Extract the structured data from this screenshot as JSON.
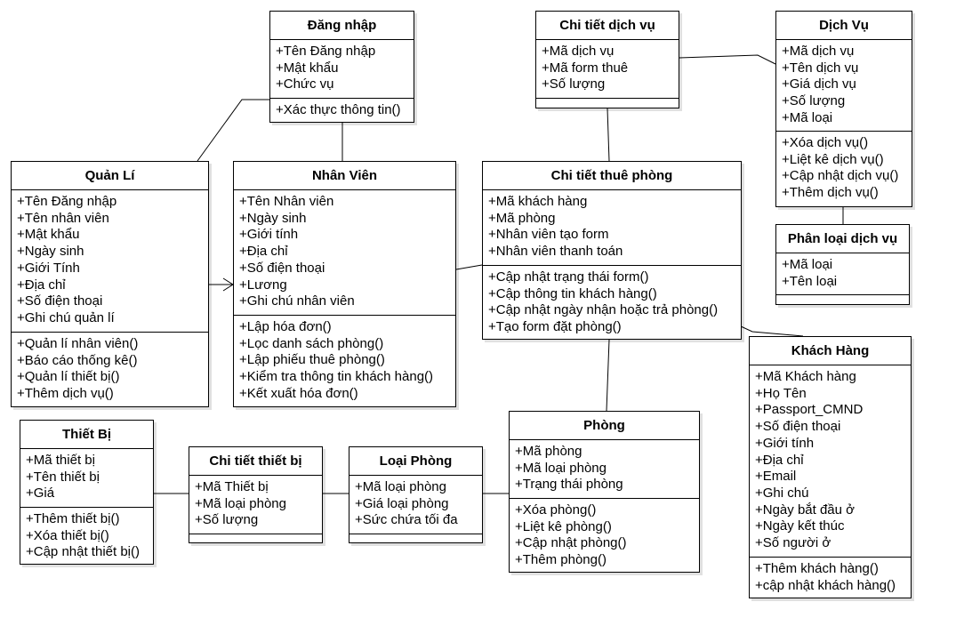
{
  "classes": {
    "dang_nhap": {
      "title": "Đăng nhập",
      "attributes": [
        "+Tên Đăng nhập",
        "+Mật khẩu",
        "+Chức vụ"
      ],
      "operations": [
        "+Xác thực thông tin()"
      ]
    },
    "chi_tiet_dich_vu": {
      "title": "Chi tiết dịch vụ",
      "attributes": [
        "+Mã dịch vụ",
        "+Mã form thuê",
        "+Số lượng"
      ],
      "operations": []
    },
    "dich_vu": {
      "title": "Dịch Vụ",
      "attributes": [
        "+Mã dịch vụ",
        "+Tên dịch vụ",
        "+Giá dịch vụ",
        "+Số lượng",
        "+Mã loại"
      ],
      "operations": [
        "+Xóa dịch vụ()",
        "+Liệt kê dịch vụ()",
        "+Cập nhật dịch vụ()",
        "+Thêm dịch vụ()"
      ]
    },
    "quan_li": {
      "title": "Quản Lí",
      "attributes": [
        "+Tên Đăng nhập",
        "+Tên nhân viên",
        "+Mật khẩu",
        "+Ngày sinh",
        "+Giới Tính",
        "+Địa chỉ",
        "+Số điện thoại",
        "+Ghi chú quản lí"
      ],
      "operations": [
        "+Quản lí nhân viên()",
        "+Báo cáo thống kê()",
        "+Quản lí thiết bị()",
        "+Thêm dịch vụ()"
      ]
    },
    "nhan_vien": {
      "title": "Nhân Viên",
      "attributes": [
        "+Tên Nhân viên",
        "+Ngày sinh",
        "+Giới tính",
        "+Địa chỉ",
        "+Số điện thoại",
        "+Lương",
        "+Ghi chú nhân viên"
      ],
      "operations": [
        "+Lập hóa đơn()",
        "+Lọc danh sách phòng()",
        "+Lập phiếu thuê phòng()",
        "+Kiểm tra thông tin khách hàng()",
        "+Kết xuất hóa đơn()"
      ]
    },
    "chi_tiet_thue_phong": {
      "title": "Chi tiết thuê phòng",
      "attributes": [
        "+Mã khách hàng",
        "+Mã phòng",
        "+Nhân viên tạo form",
        "+Nhân viên thanh toán"
      ],
      "operations": [
        "+Cập nhật trạng thái form()",
        "+Cập thông tin khách hàng()",
        "+Cập nhật ngày nhận hoặc trả phòng()",
        "+Tạo form đặt phòng()"
      ]
    },
    "phan_loai_dich_vu": {
      "title": "Phân loại dịch vụ",
      "attributes": [
        "+Mã loại",
        "+Tên loại"
      ],
      "operations": []
    },
    "khach_hang": {
      "title": "Khách Hàng",
      "attributes": [
        "+Mã Khách hàng",
        "+Họ Tên",
        "+Passport_CMND",
        "+Số điện thoại",
        "+Giới tính",
        "+Địa chỉ",
        "+Email",
        "+Ghi chú",
        "+Ngày bắt đầu ở",
        "+Ngày kết thúc",
        "+Số người ở"
      ],
      "operations": [
        "+Thêm khách hàng()",
        "+cập nhật khách hàng()"
      ]
    },
    "phong": {
      "title": "Phòng",
      "attributes": [
        "+Mã phòng",
        "+Mã loại phòng",
        "+Trạng thái phòng"
      ],
      "operations": [
        "+Xóa phòng()",
        "+Liệt kê phòng()",
        "+Cập nhật phòng()",
        "+Thêm phòng()"
      ]
    },
    "thiet_bi": {
      "title": "Thiết Bị",
      "attributes": [
        "+Mã thiết bị",
        "+Tên thiết bị",
        "+Giá"
      ],
      "operations": [
        "+Thêm thiết bị()",
        "+Xóa thiết bị()",
        "+Cập nhật thiết bị()"
      ]
    },
    "chi_tiet_thiet_bi": {
      "title": "Chi tiết thiết bị",
      "attributes": [
        "+Mã Thiết bị",
        "+Mã loại phòng",
        "+Số lượng"
      ],
      "operations": []
    },
    "loai_phong": {
      "title": "Loại Phòng",
      "attributes": [
        "+Mã loại phòng",
        "+Giá loại phòng",
        "+Sức chứa tối đa"
      ],
      "operations": []
    }
  }
}
